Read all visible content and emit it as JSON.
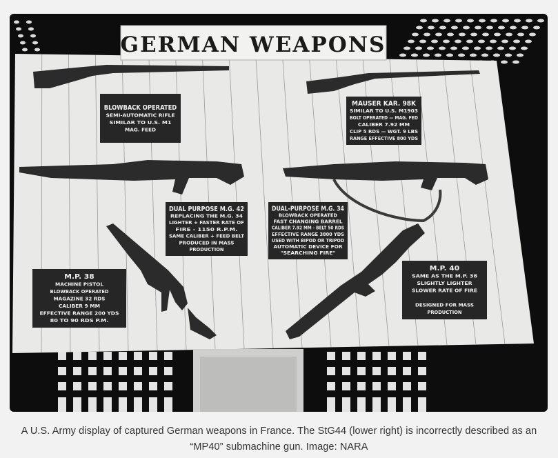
{
  "photo": {
    "sign": "GERMAN WEAPONS",
    "placards": [
      {
        "id": "semi-auto-rifle",
        "lines": [
          "BLOWBACK OPERATED",
          "SEMI-AUTOMATIC RIFLE",
          "SIMILAR TO U.S. M1",
          "MAG. FEED"
        ]
      },
      {
        "id": "mauser-kar98k",
        "lines": [
          "MAUSER KAR. 98K",
          "SIMILAR TO U.S. M1903",
          "BOLT OPERATED — MAG. FED",
          "CALIBER 7.92 MM",
          "CLIP 5 RDS — WGT. 9 LBS",
          "RANGE EFFECTIVE 800 YDS"
        ]
      },
      {
        "id": "mg42",
        "lines": [
          "DUAL PURPOSE M.G. 42",
          "REPLACING THE M.G. 34",
          "LIGHTER + FASTER RATE OF",
          "FIRE - 1150 R.P.M.",
          "SAME CALIBER + FEED BELT",
          "PRODUCED IN MASS",
          "PRODUCTION"
        ]
      },
      {
        "id": "mg34",
        "lines": [
          "DUAL-PURPOSE M.G. 34",
          "BLOWBACK OPERATED",
          "FAST CHANGING BARREL",
          "CALIBER 7.92 MM - BELT 50 RDS",
          "EFFECTIVE RANGE 3800 YDS",
          "USED WITH BIPOD OR TRIPOD",
          "AUTOMATIC DEVICE FOR",
          "\"SEARCHING FIRE\""
        ]
      },
      {
        "id": "mp38",
        "lines": [
          "M.P. 38",
          "MACHINE PISTOL",
          "BLOWBACK OPERATED",
          "MAGAZINE 32 RDS",
          "CALIBER 9 MM",
          "EFFECTIVE RANGE 200 YDS",
          "80 TO 90 RDS P.M."
        ]
      },
      {
        "id": "mp40",
        "lines": [
          "M.P. 40",
          "SAME AS THE M.P. 38",
          "SLIGHTLY LIGHTER",
          "SLOWER RATE OF FIRE",
          "",
          "DESIGNED FOR MASS",
          "PRODUCTION"
        ]
      }
    ]
  },
  "caption": {
    "text": "A U.S. Army display of captured German weapons in France. The StG44 (lower right) is incorrectly described as an “MP40” submachine gun. Image: NARA"
  },
  "colors": {
    "board": "#e9e9e7",
    "placard": "#262626",
    "background": "#f2f2f2"
  }
}
